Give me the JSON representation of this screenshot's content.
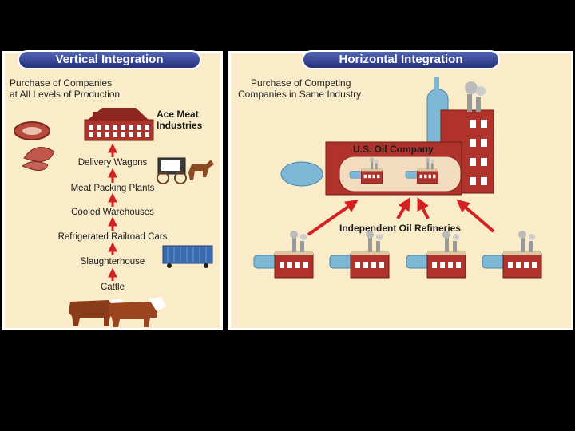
{
  "vertical": {
    "title": "Vertical Integration",
    "subtitle_line1": "Purchase of Companies",
    "subtitle_line2": "at All Levels of Production",
    "company_line1": "Ace Meat",
    "company_line2": "Industries",
    "steps": [
      "Delivery Wagons",
      "Meat Packing Plants",
      "Cooled Warehouses",
      "Refrigerated Railroad Cars",
      "Slaughterhouse",
      "Cattle"
    ]
  },
  "horizontal": {
    "title": "Horizontal Integration",
    "subtitle_line1": "Purchase of Competing",
    "subtitle_line2": "Companies in Same Industry",
    "company": "U.S. Oil Company",
    "refineries_label": "Independent Oil Refineries"
  },
  "colors": {
    "panel": "#fbecc9",
    "banner": "#2e3a8c",
    "arrow": "#d42020",
    "brick": "#b0332b",
    "tank": "#7fb7d6"
  },
  "icons": [
    "meat-icon",
    "factory-icon",
    "wagon-horse-icon",
    "railcar-icon",
    "cattle-icon",
    "oil-refinery-icon",
    "oil-tank-icon"
  ]
}
